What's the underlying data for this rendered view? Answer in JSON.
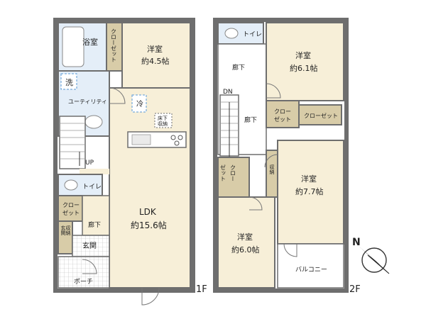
{
  "floor1": {
    "label": "1F",
    "bath": "浴室",
    "closet1": "クローゼット",
    "room45_name": "洋室",
    "room45_size": "約4.5帖",
    "wash": "洗",
    "utility": "ユーティリティ",
    "fridge": "冷",
    "underfloor1": "床下",
    "underfloor2": "収納",
    "up": "UP",
    "toilet": "トイレ",
    "closet2a": "クロー",
    "closet2b": "ゼット",
    "hall": "廊下",
    "entrance_storage1": "玄関",
    "entrance_storage2": "収納",
    "entrance": "玄関",
    "porch": "ポーチ",
    "ldk_name": "LDK",
    "ldk_size": "約15.6帖"
  },
  "floor2": {
    "label": "2F",
    "toilet": "トイレ",
    "hall_top": "廊下",
    "dn": "DN",
    "hall_mid": "廊下",
    "room61_name": "洋室",
    "room61_size": "約6.1帖",
    "closet_a1": "クロー",
    "closet_a2": "ゼット",
    "closet_b": "クローゼット",
    "closet_v1": "ゼット",
    "closet_v2": "クロー",
    "storage": "収納",
    "room77_name": "洋室",
    "room77_size": "約7.7帖",
    "room60_name": "洋室",
    "room60_size": "約6.0帖",
    "balcony": "バルコニー"
  },
  "compass": {
    "label": "N"
  },
  "colors": {
    "wall": "#6e6e6e",
    "room_wood": "#f7efd8",
    "closet": "#d8cca8",
    "wet": "#e4eef8",
    "floor_white": "#ffffff"
  }
}
